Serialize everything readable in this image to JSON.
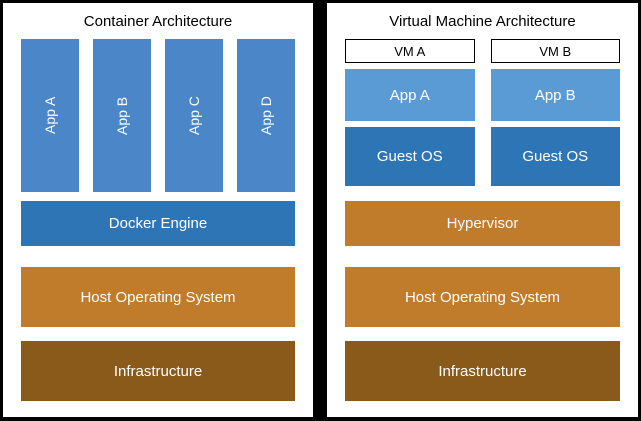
{
  "container": {
    "title": "Container Architecture",
    "apps": [
      "App A",
      "App B",
      "App C",
      "App D"
    ],
    "docker_engine": "Docker Engine",
    "host_os": "Host Operating System",
    "infrastructure": "Infrastructure"
  },
  "vm": {
    "title": "Virtual Machine Architecture",
    "vms": [
      {
        "label": "VM A",
        "app": "App A",
        "guest_os": "Guest OS"
      },
      {
        "label": "VM B",
        "app": "App B",
        "guest_os": "Guest OS"
      }
    ],
    "hypervisor": "Hypervisor",
    "host_os": "Host Operating System",
    "infrastructure": "Infrastructure"
  },
  "colors": {
    "app_blue": "#4A86C8",
    "dark_blue": "#2E75B6",
    "vm_app_blue": "#5B9BD5",
    "orange": "#C07C2B",
    "brown": "#8A5A1B"
  }
}
